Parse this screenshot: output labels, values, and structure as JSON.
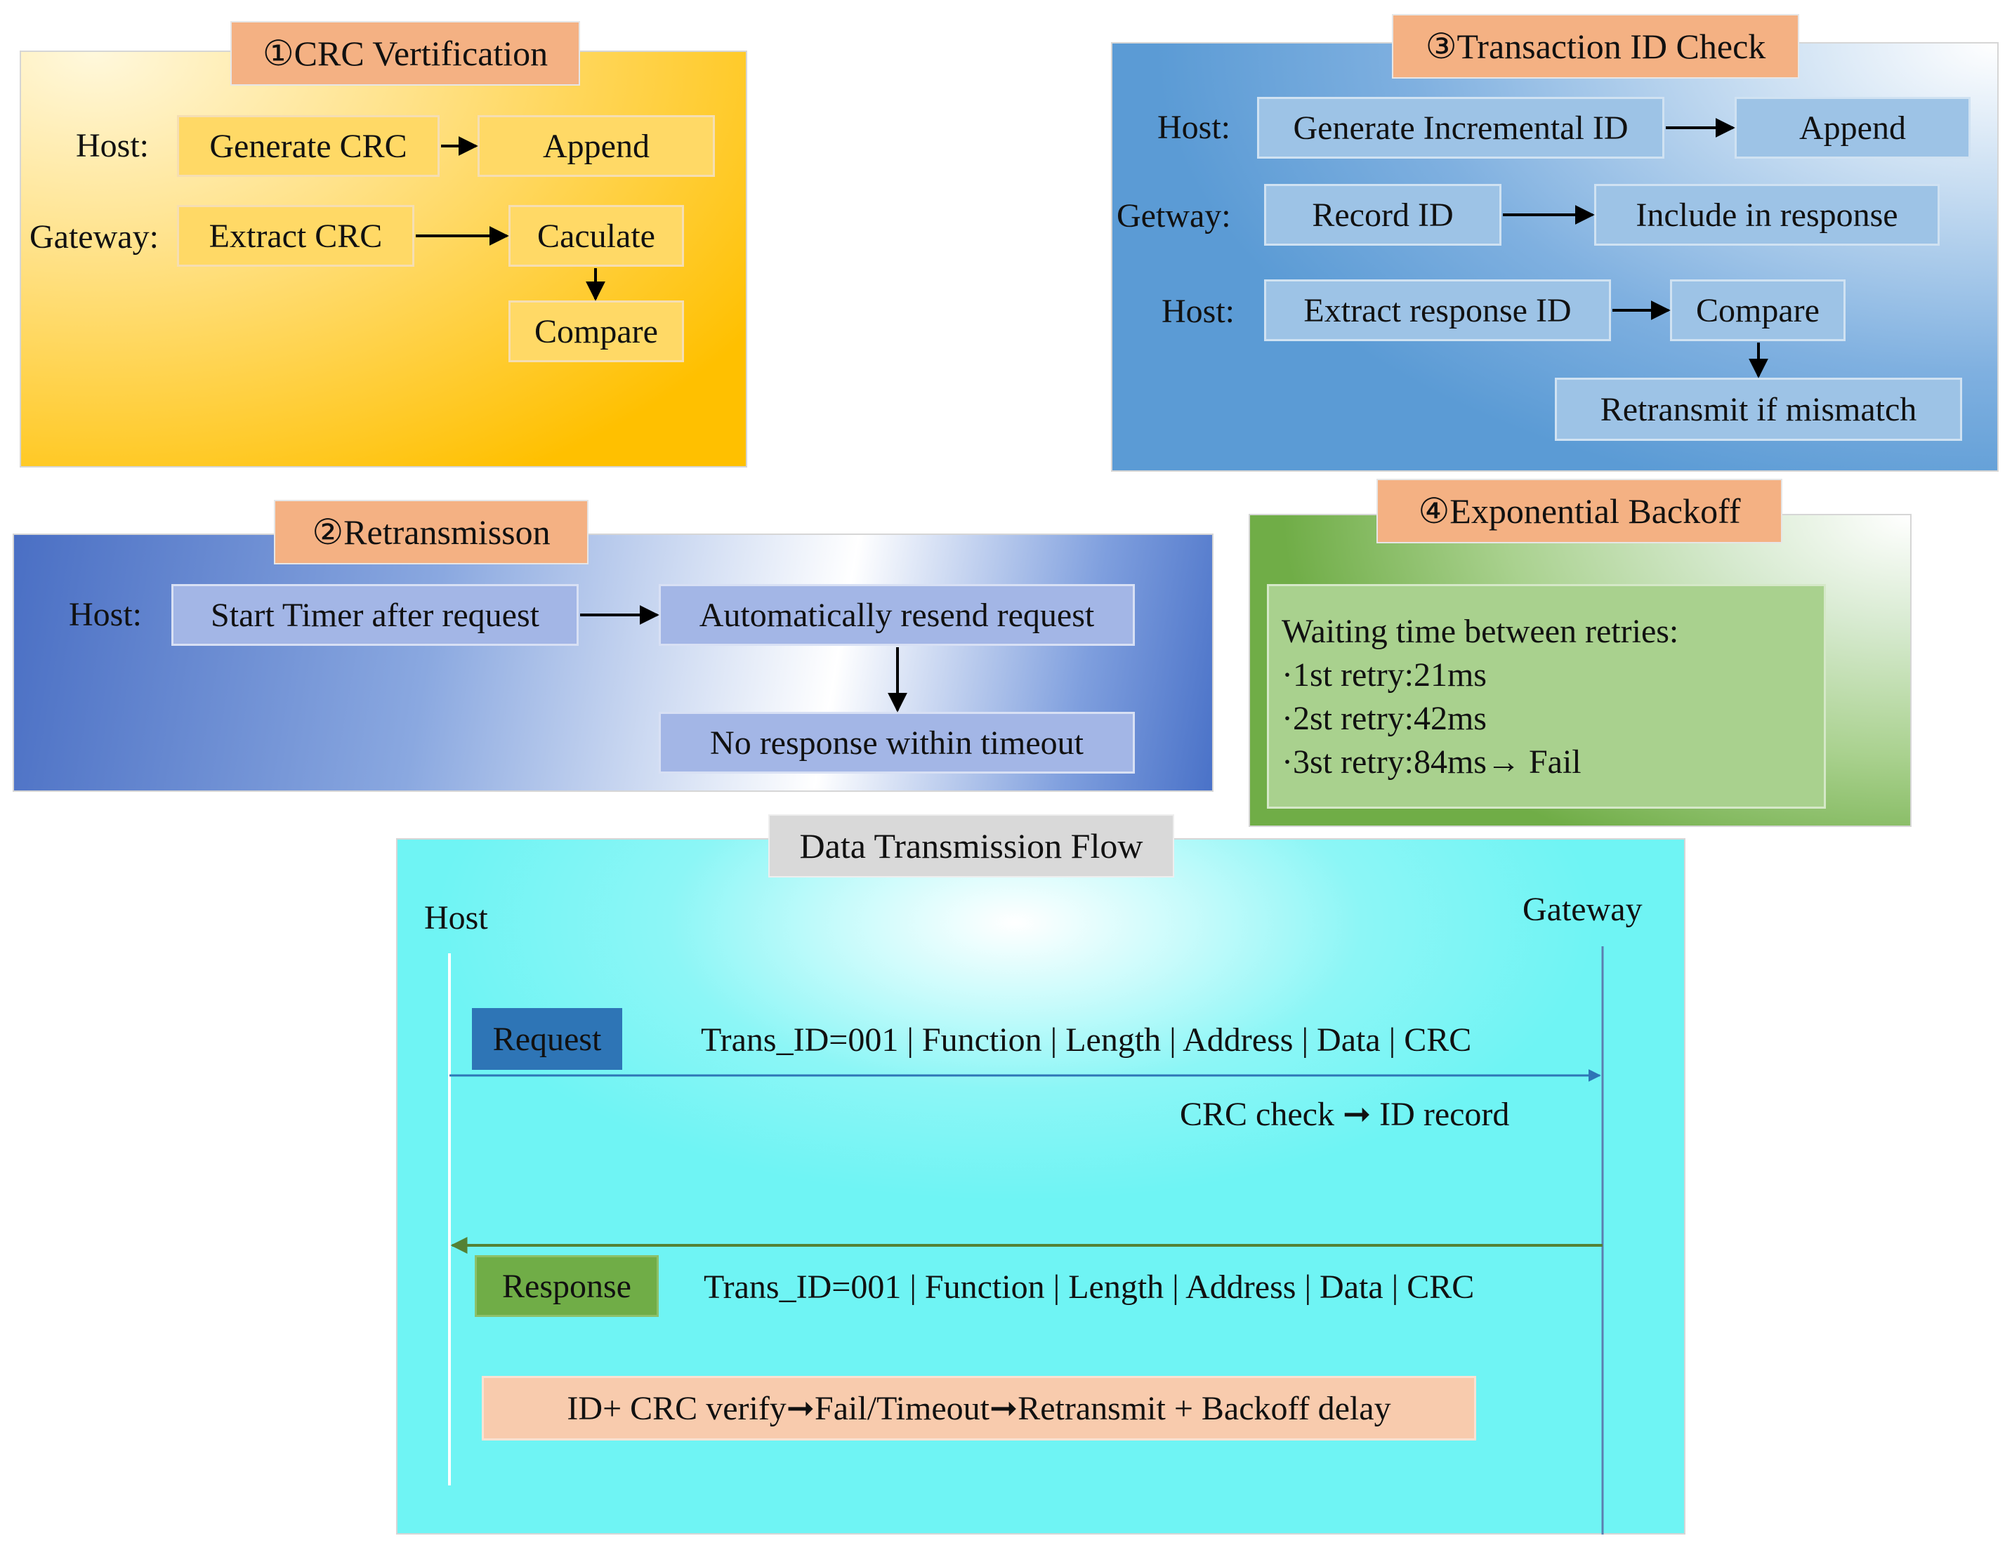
{
  "crc": {
    "title": "①CRC Vertification",
    "host_label": "Host:",
    "generate": "Generate CRC",
    "append": "Append",
    "gateway_label": "Gateway:",
    "extract": "Extract CRC",
    "calculate": "Caculate",
    "compare": "Compare"
  },
  "transaction": {
    "title": "③Transaction ID Check",
    "host_label": "Host:",
    "generate": "Generate Incremental ID",
    "append": "Append",
    "gateway_label": "Getway:",
    "record": "Record ID",
    "include": "Include in response",
    "host_label2": "Host:",
    "extract": "Extract response ID",
    "compare": "Compare",
    "retransmit": "Retransmit if mismatch"
  },
  "retransmission": {
    "title": "②Retransmisson",
    "host_label": "Host:",
    "start": "Start Timer after request",
    "resend": "Automatically resend request",
    "noresp": "No response within timeout"
  },
  "backoff": {
    "title": "④Exponential Backoff",
    "heading": "Waiting time between retries:",
    "lines": [
      "·1st retry:21ms",
      "·2st retry:42ms",
      "·3st retry:84ms→ Fail"
    ]
  },
  "flow": {
    "title": "Data Transmission Flow",
    "host": "Host",
    "gateway": "Gateway",
    "request_label": "Request",
    "request_fields": "Trans_ID=001 | Function | Length | Address | Data | CRC",
    "gateway_note": "CRC check ➞ ID record",
    "response_label": "Response",
    "response_fields": "Trans_ID=001 | Function | Length | Address | Data | CRC",
    "summary": "ID+ CRC verify➞Fail/Timeout➞Retransmit + Backoff delay"
  }
}
